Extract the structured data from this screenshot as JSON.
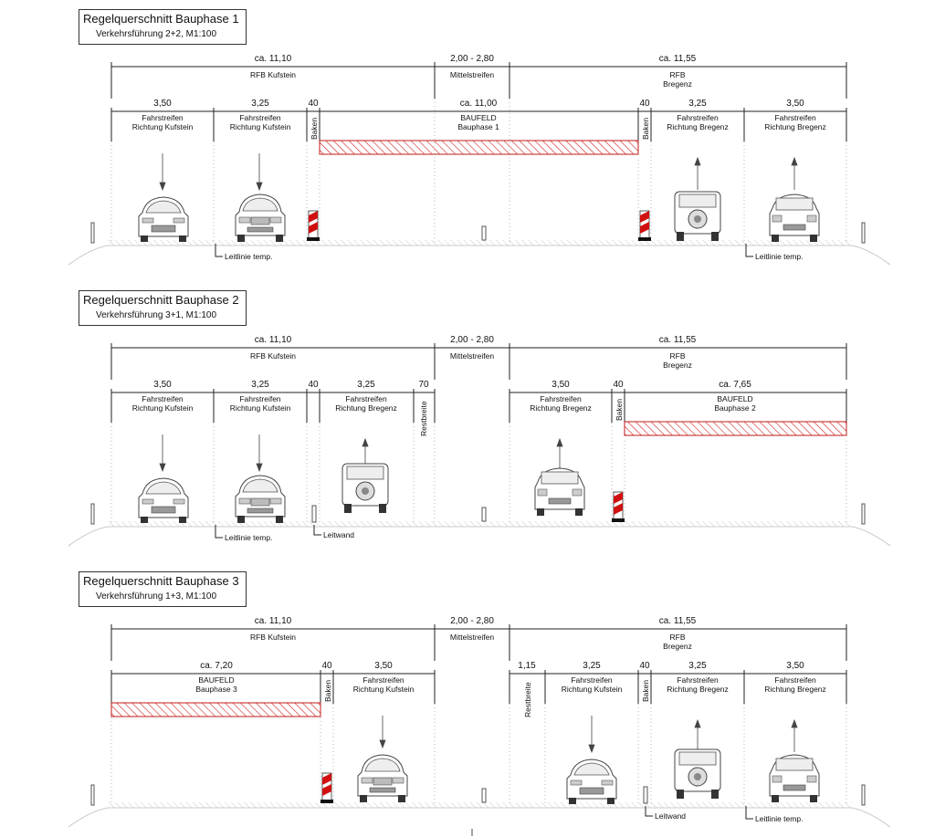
{
  "phases": [
    {
      "title": "Regelquerschnitt Bauphase 1",
      "subtitle": "Verkehrsführung 2+2, M1:100",
      "sections": {
        "left_width": "ca. 11,10",
        "left_label": "RFB Kufstein",
        "mid_width": "2,00 - 2,80",
        "mid_label": "Mittelstreifen",
        "right_width": "ca. 11,55",
        "right_label": "RFB\nBregenz"
      },
      "lanes": [
        {
          "w": "3,50",
          "label": "Fahrstreifen\nRichtung Kufstein"
        },
        {
          "w": "3,25",
          "label": "Fahrstreifen\nRichtung Kufstein"
        },
        {
          "w": "40",
          "label": "Baken",
          "vertical": true
        },
        {
          "w": "ca. 11,00",
          "label": "BAUFELD\nBauphase 1"
        },
        {
          "w": "40",
          "label": "Baken",
          "vertical": true
        },
        {
          "w": "3,25",
          "label": "Fahrstreifen\nRichtung Bregenz"
        },
        {
          "w": "3,50",
          "label": "Fahrstreifen\nRichtung Bregenz"
        }
      ],
      "notes": [
        "Leitlinie temp.",
        "Leitlinie temp."
      ]
    },
    {
      "title": "Regelquerschnitt Bauphase 2",
      "subtitle": "Verkehrsführung 3+1, M1:100",
      "sections": {
        "left_width": "ca. 11,10",
        "left_label": "RFB Kufstein",
        "mid_width": "2,00 - 2,80",
        "mid_label": "Mittelstreifen",
        "right_width": "ca. 11,55",
        "right_label": "RFB\nBregenz"
      },
      "lanes": [
        {
          "w": "3,50",
          "label": "Fahrstreifen\nRichtung Kufstein"
        },
        {
          "w": "3,25",
          "label": "Fahrstreifen\nRichtung Kufstein"
        },
        {
          "w": "40",
          "label": ""
        },
        {
          "w": "3,25",
          "label": "Fahrstreifen\nRichtung Bregenz"
        },
        {
          "w": "70",
          "label": "Restbreite",
          "vertical": true
        },
        {
          "w": "3,50",
          "label": "Fahrstreifen\nRichtung Bregenz"
        },
        {
          "w": "40",
          "label": "Baken",
          "vertical": true
        },
        {
          "w": "ca. 7,65",
          "label": "BAUFELD\nBauphase 2"
        }
      ],
      "notes": [
        "Leitlinie temp.",
        "Leitwand"
      ]
    },
    {
      "title": "Regelquerschnitt Bauphase 3",
      "subtitle": "Verkehrsführung 1+3, M1:100",
      "sections": {
        "left_width": "ca. 11,10",
        "left_label": "RFB Kufstein",
        "mid_width": "2,00 - 2,80",
        "mid_label": "Mittelstreifen",
        "right_width": "ca. 11,55",
        "right_label": "RFB\nBregenz"
      },
      "lanes": [
        {
          "w": "ca. 7,20",
          "label": "BAUFELD\nBauphase 3"
        },
        {
          "w": "40",
          "label": "Baken",
          "vertical": true
        },
        {
          "w": "3,50",
          "label": "Fahrstreifen\nRichtung Kufstein"
        },
        {
          "w": "1,15",
          "label": "Restbreite",
          "vertical": true
        },
        {
          "w": "3,25",
          "label": "Fahrstreifen\nRichtung Kufstein"
        },
        {
          "w": "40",
          "label": "Baken",
          "vertical": true
        },
        {
          "w": "3,25",
          "label": "Fahrstreifen\nRichtung Bregenz"
        },
        {
          "w": "3,50",
          "label": "Fahrstreifen\nRichtung Bregenz"
        }
      ],
      "notes": [
        "Leitwand",
        "Leitlinie temp."
      ]
    }
  ],
  "colors": {
    "line": "#222222",
    "hatch": "#d02020",
    "hatch_border": "#c01818",
    "baken_red": "#d01010"
  }
}
